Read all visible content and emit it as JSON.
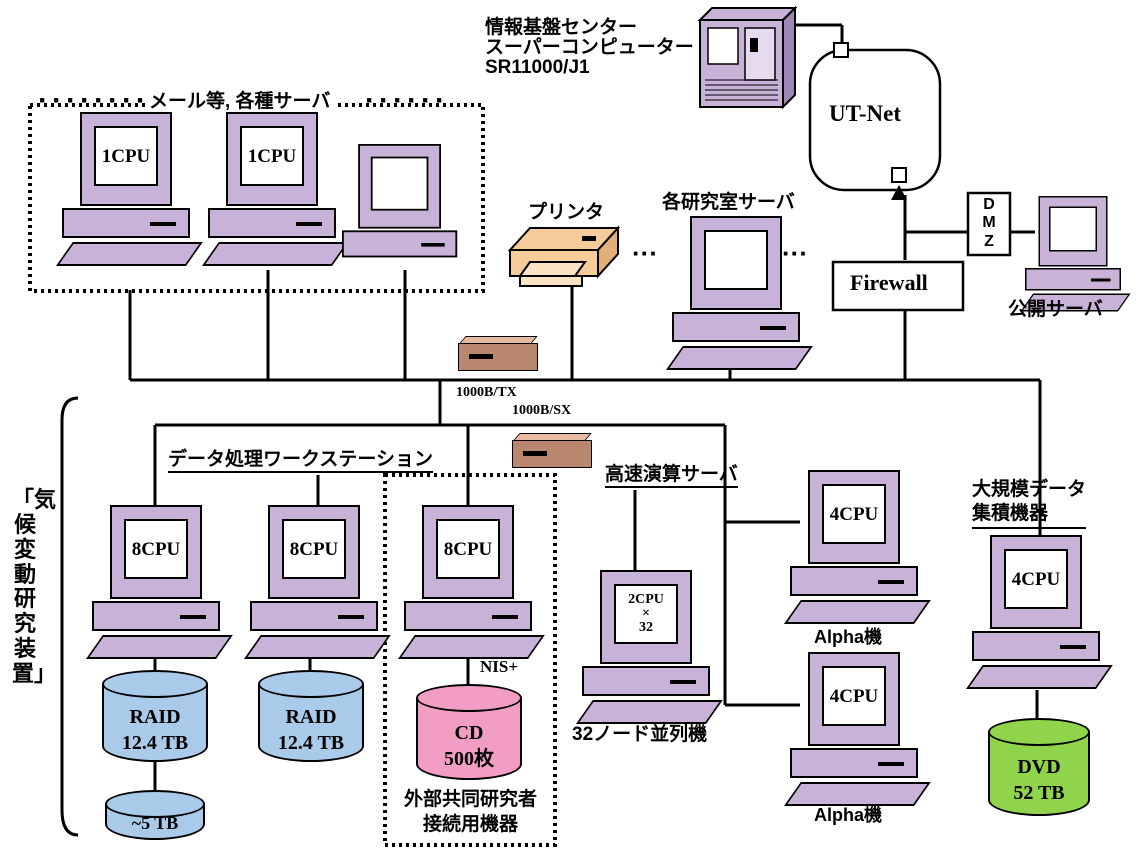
{
  "colors": {
    "computer": "#c9b2d8",
    "raid": "#a9cbe9",
    "cd": "#f29ec4",
    "dvd": "#8fd44a",
    "printer": "#f5cc99",
    "router": "#b8876e"
  },
  "header": {
    "supercomputer_line1": "情報基盤センター",
    "supercomputer_line2": "スーパーコンピューター",
    "supercomputer_line3": "SR11000/J1",
    "utnet": "UT-Net"
  },
  "top_servers": {
    "group_label": "メール等, 各種サーバ",
    "pc1": "1CPU",
    "pc2": "1CPU"
  },
  "printer_label": "プリンタ",
  "lab_servers_label": "各研究室サーバ",
  "firewall": "Firewall",
  "dmz": "DMZ",
  "public_server_label": "公開サーバ",
  "link_tx": "1000B/TX",
  "link_sx": "1000B/SX",
  "side_title": "「気候変動研究装置」",
  "data_ws": {
    "group_label": "データ処理ワークステーション",
    "pc1": "8CPU",
    "pc2": "8CPU",
    "raid1_line1": "RAID",
    "raid1_line2": "12.4 TB",
    "raid2_line1": "RAID",
    "raid2_line2": "12.4 TB",
    "small_disk": "~5 TB"
  },
  "external": {
    "pc": "8CPU",
    "nis": "NIS+",
    "cd_line1": "CD",
    "cd_line2": "500枚",
    "label_line1": "外部共同研究者",
    "label_line2": "接続用機器"
  },
  "fast_servers": {
    "group_label": "高速演算サーバ",
    "parallel_line1": "2CPU",
    "parallel_line2": "×",
    "parallel_line3": "32",
    "parallel_label": "32ノード並列機",
    "alpha1": "4CPU",
    "alpha1_label": "Alpha機",
    "alpha2": "4CPU",
    "alpha2_label": "Alpha機"
  },
  "big_data": {
    "label_line1": "大規模データ",
    "label_line2": "集積機器",
    "pc": "4CPU",
    "dvd_line1": "DVD",
    "dvd_line2": "52 TB"
  }
}
